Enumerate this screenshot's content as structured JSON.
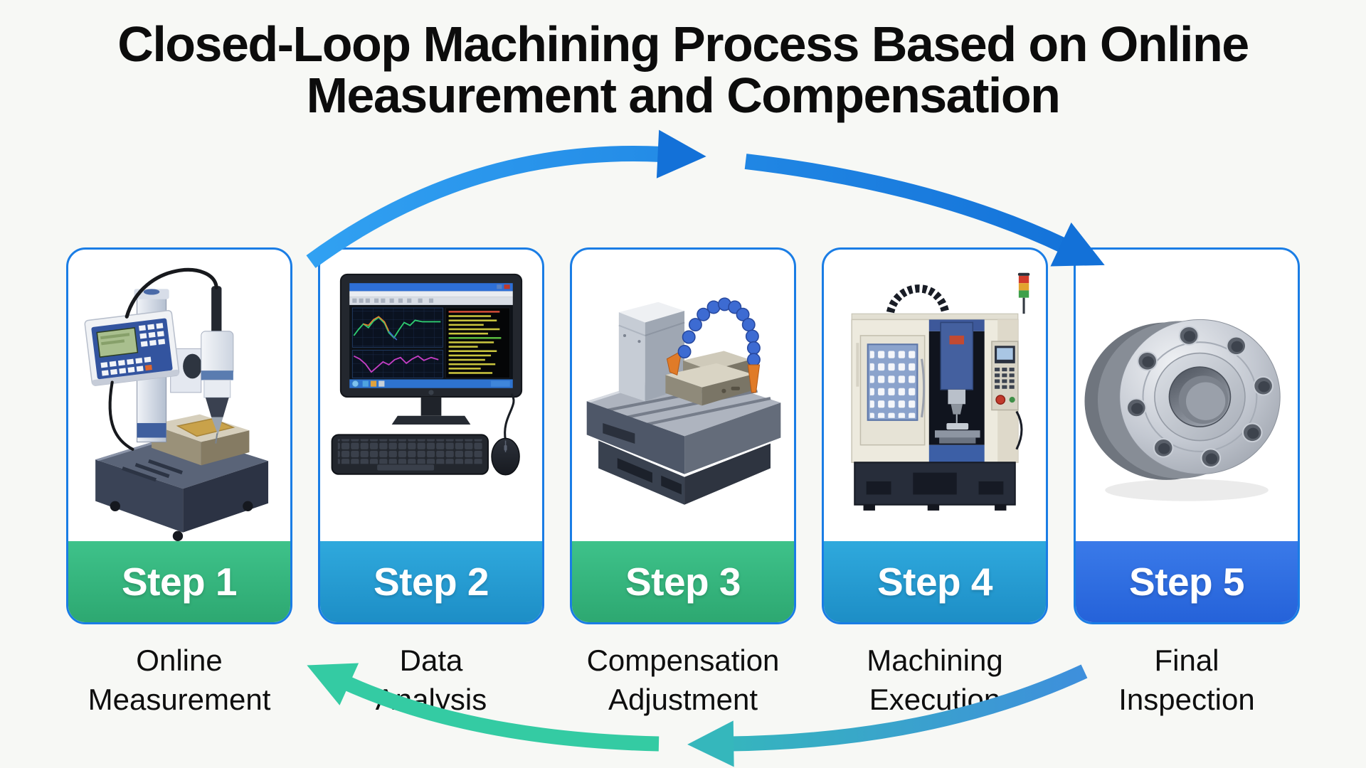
{
  "background_color": "#f7f8f5",
  "card_border_color": "#1a7de5",
  "title": {
    "line1": "Closed-Loop Machining Process Based on Online",
    "line2": "Measurement and Compensation"
  },
  "steps": [
    {
      "badge_label": "Step 1",
      "caption_line1": "Online",
      "caption_line2": "Measurement",
      "illustration": "height-gauge-measuring-machine",
      "badge_color_top": "#3ec28a",
      "badge_color_bottom": "#2da871"
    },
    {
      "badge_label": "Step 2",
      "caption_line1": "Data",
      "caption_line2": "Analysis",
      "illustration": "desktop-computer-analysis",
      "badge_color_top": "#2fa9dd",
      "badge_color_bottom": "#1d8ec6"
    },
    {
      "badge_label": "Step 3",
      "caption_line1": "Compensation",
      "caption_line2": "Adjustment",
      "illustration": "machine-bed-coolant-hose",
      "badge_color_top": "#3ec28a",
      "badge_color_bottom": "#2da871"
    },
    {
      "badge_label": "Step 4",
      "caption_line1": "Machining",
      "caption_line2": "Execution",
      "illustration": "cnc-machining-center",
      "badge_color_top": "#2fa9dd",
      "badge_color_bottom": "#1d8ec6"
    },
    {
      "badge_label": "Step 5",
      "caption_line1": "Final",
      "caption_line2": "Inspection",
      "illustration": "steel-flange-ring",
      "badge_color_top": "#3a7ae9",
      "badge_color_bottom": "#2562d9"
    }
  ],
  "arrows": {
    "top_color_start": "#31a1f2",
    "top_color_end": "#1371d8",
    "bottom_right_color_start": "#35b7bc",
    "bottom_right_color_end": "#3e8fdc",
    "bottom_left_color": "#34cba3"
  }
}
